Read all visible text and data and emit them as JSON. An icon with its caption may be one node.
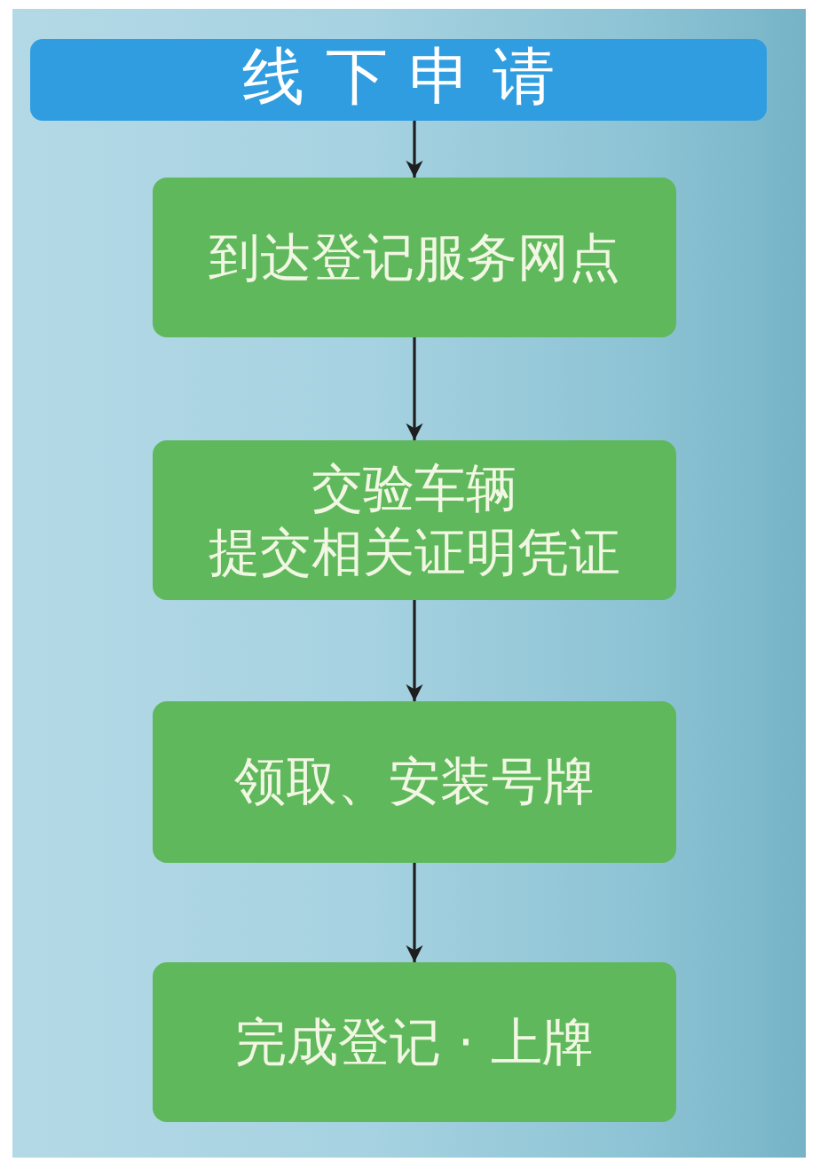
{
  "diagram": {
    "nodes": [
      {
        "text": [
          "线下申请"
        ]
      },
      {
        "text": [
          "到达登记服务网点"
        ]
      },
      {
        "text": [
          "交验车辆",
          "提交相关证明凭证"
        ]
      },
      {
        "text": [
          "领取、安装号牌"
        ]
      },
      {
        "text": [
          "完成登记 · 上牌"
        ]
      }
    ],
    "edges": [
      {
        "from": 0,
        "to": 1,
        "arrow": "to"
      },
      {
        "from": 1,
        "to": 2,
        "arrow": "to"
      },
      {
        "from": 2,
        "to": 3,
        "arrow": "to"
      },
      {
        "from": 3,
        "to": 4,
        "arrow": "to"
      }
    ]
  }
}
